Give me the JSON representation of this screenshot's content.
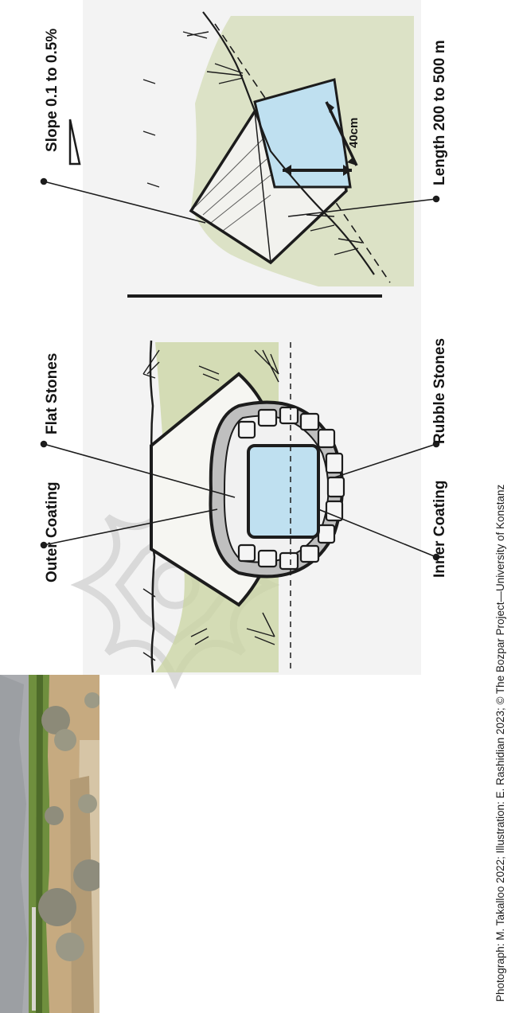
{
  "labels": {
    "outer_coating": "Outer Coating",
    "flat_stones": "Flat Stones",
    "inner_coating": "Inner Coating",
    "rubble_stones": "Rubble Stones",
    "slope": "Slope 0.1 to 0.5%",
    "length": "Length 200 to 500 m",
    "depth": "40cm"
  },
  "caption": "Photograph: M. Takalloo 2022; Illustration: E. Rashidian 2023; © The Bozpar Project—University of Konstanz",
  "colors": {
    "water": "#bfe0f0",
    "grass": "#c9d4a0",
    "ink": "#1c1c1c",
    "logo": "#d8d8d8",
    "sky": "#b7b9bd",
    "field": "#6f8f3e",
    "ground": "#c4a77e"
  },
  "icons": [
    "slope-triangle-icon",
    "watermark-logo"
  ]
}
